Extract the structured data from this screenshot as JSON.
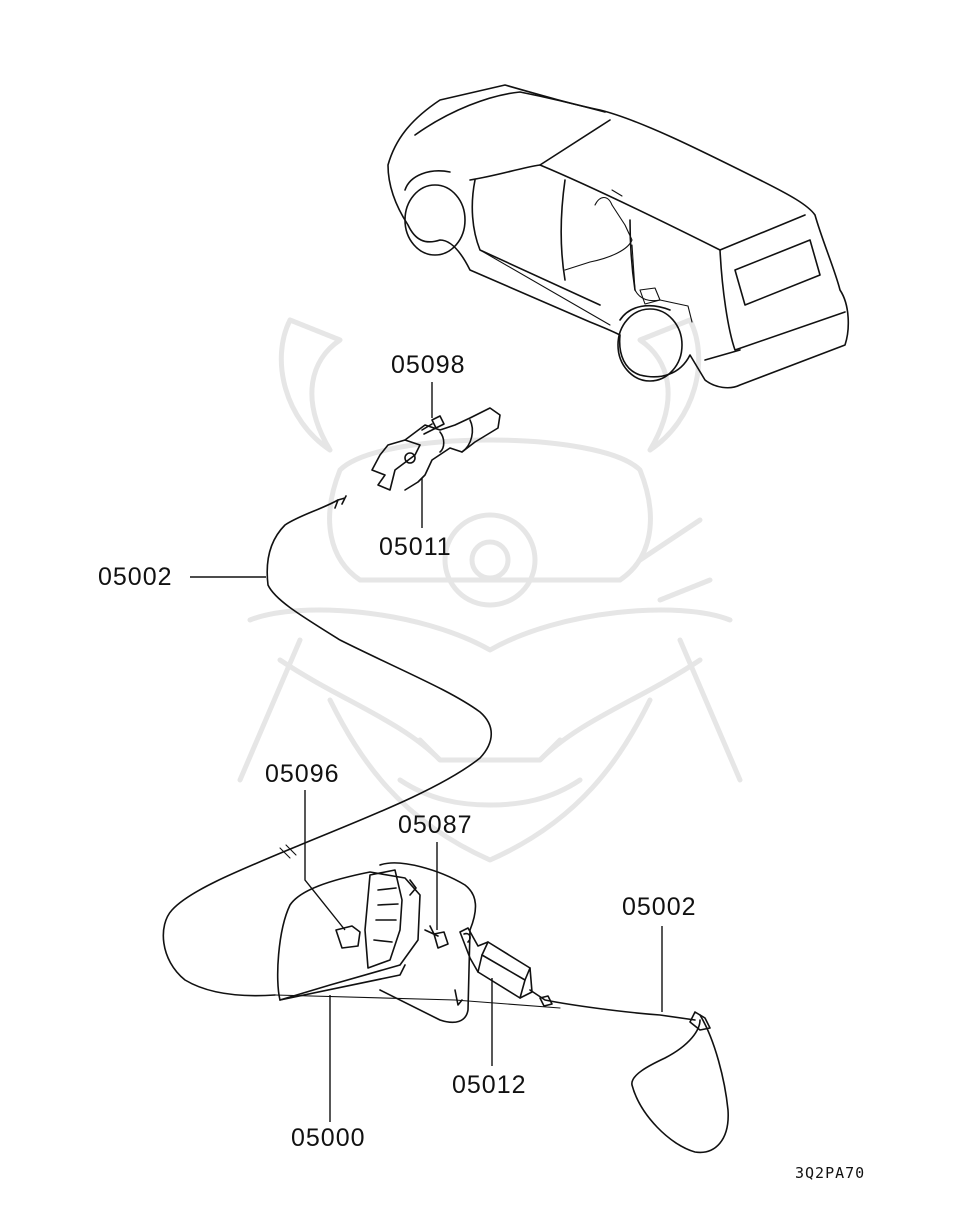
{
  "diagram": {
    "callouts": {
      "c05098": "05098",
      "c05011": "05011",
      "c05002_left": "05002",
      "c05096": "05096",
      "c05087": "05087",
      "c05002_right": "05002",
      "c05012": "05012",
      "c05000": "05000"
    },
    "reference_code": "3Q2PA70"
  }
}
